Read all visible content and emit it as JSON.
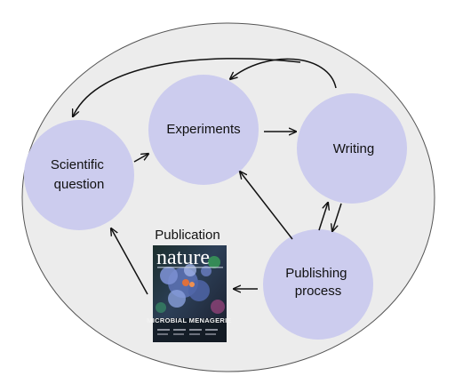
{
  "diagram": {
    "nodes": {
      "scientific_question": {
        "lines": [
          "Scientific",
          "question"
        ]
      },
      "experiments": {
        "lines": [
          "Experiments"
        ]
      },
      "writing": {
        "lines": [
          "Writing"
        ]
      },
      "publishing_process": {
        "lines": [
          "Publishing",
          "process"
        ]
      }
    },
    "publication": {
      "label": "Publication",
      "cover_title": "nature",
      "cover_subtitle": "MICROBIAL MENAGERIE"
    },
    "colors": {
      "outer_fill": "#ececec",
      "outer_stroke": "#555555",
      "node_fill": "#ccccee",
      "arrow": "#111111"
    }
  }
}
